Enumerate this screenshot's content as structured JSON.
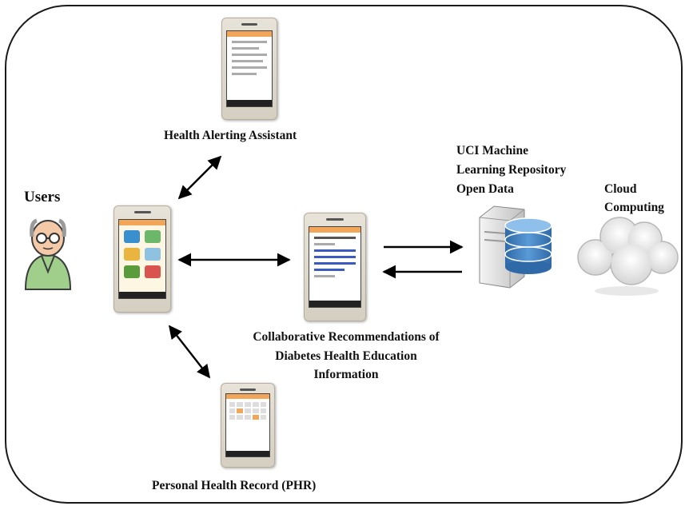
{
  "labels": {
    "users": "Users",
    "health_alert": "Health Alerting Assistant",
    "collab_1": "Collaborative Recommendations of",
    "collab_2": "Diabetes Health Education",
    "collab_3": "Information",
    "phr": "Personal Health Record (PHR)",
    "uci_1": "UCI Machine",
    "uci_2": "Learning Repository",
    "uci_3": "Open Data",
    "cloud_1": "Cloud",
    "cloud_2": "Computing"
  },
  "icons": {
    "user": "elderly-user-icon",
    "server": "database-server-icon",
    "cloud": "cloud-icon"
  },
  "colors": {
    "phone_header": "#f2a65a",
    "database": "#3f7fbf",
    "user_shirt": "#9fcf8a"
  }
}
